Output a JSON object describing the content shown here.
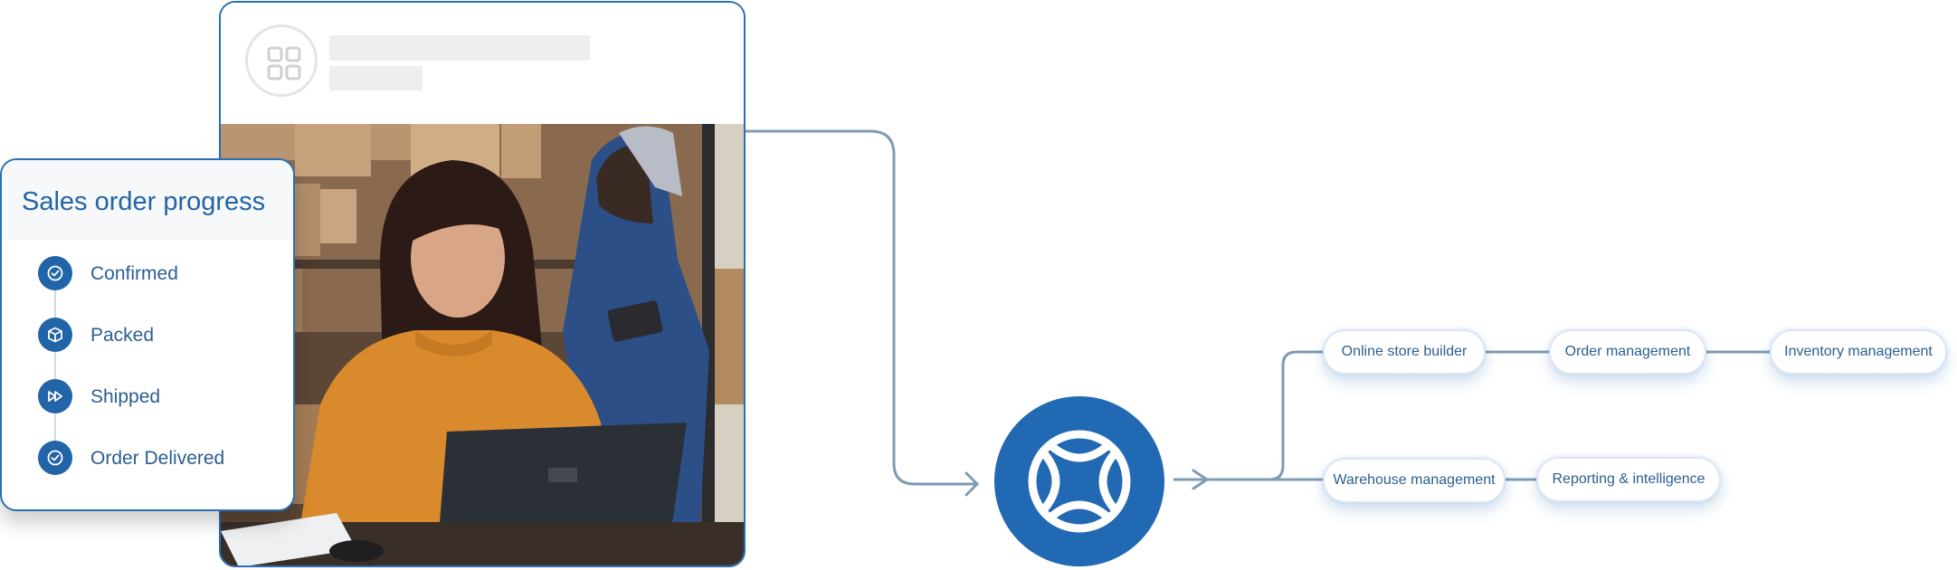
{
  "progress_card": {
    "title": "Sales order progress",
    "steps": [
      {
        "label": "Confirmed",
        "icon": "check-circle-icon"
      },
      {
        "label": "Packed",
        "icon": "box-icon"
      },
      {
        "label": "Shipped",
        "icon": "fast-forward-icon"
      },
      {
        "label": "Order Delivered",
        "icon": "check-circle-icon"
      }
    ]
  },
  "app_card": {
    "icon": "grid-icon"
  },
  "hub": {
    "icon": "globe-logo-icon"
  },
  "modules": [
    {
      "label": "Online store builder"
    },
    {
      "label": "Order management"
    },
    {
      "label": "Inventory management"
    },
    {
      "label": "Warehouse management"
    },
    {
      "label": "Reporting & intelligence"
    }
  ],
  "colors": {
    "primary": "#2269b3",
    "text": "#2c5e92",
    "connector": "#7e9bb4",
    "pill_border": "#dbe7f4"
  }
}
